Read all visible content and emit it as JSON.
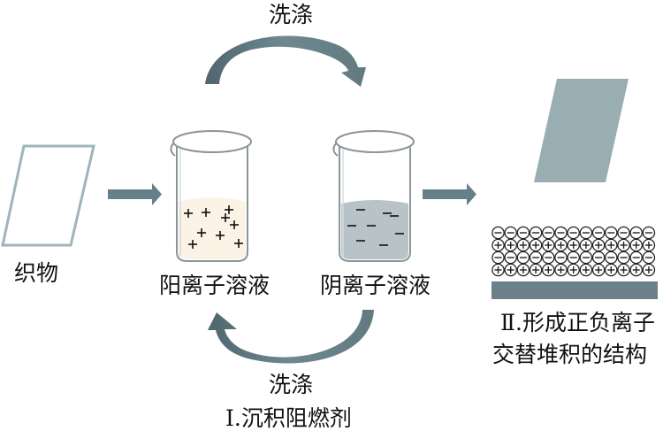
{
  "colors": {
    "arrow": "#66808a",
    "arrow_dark": "#566e78",
    "fabric_outline": "#9fb4bb",
    "cation_solution": "#faf3e6",
    "anion_solution": "#b7c3c6",
    "treated_fabric": "#98aeb3",
    "substrate": "#6b8088",
    "glass": "#8a9599"
  },
  "labels": {
    "wash_top": "洗涤",
    "wash_bottom": "洗涤",
    "fabric": "织物",
    "cation_solution": "阳离子溶液",
    "anion_solution": "阴离子溶液",
    "step1": "Ⅰ.沉积阻燃剂",
    "step2_line1": "Ⅱ.形成正负离子",
    "step2_line2": "交替堆积的结构"
  },
  "charges": {
    "cation_symbol": "+",
    "anion_symbol": "−",
    "cation_count": 9,
    "anion_count": 8
  },
  "layers": {
    "rows": [
      "−",
      "+",
      "−",
      "+"
    ],
    "circles_per_row": 13
  }
}
